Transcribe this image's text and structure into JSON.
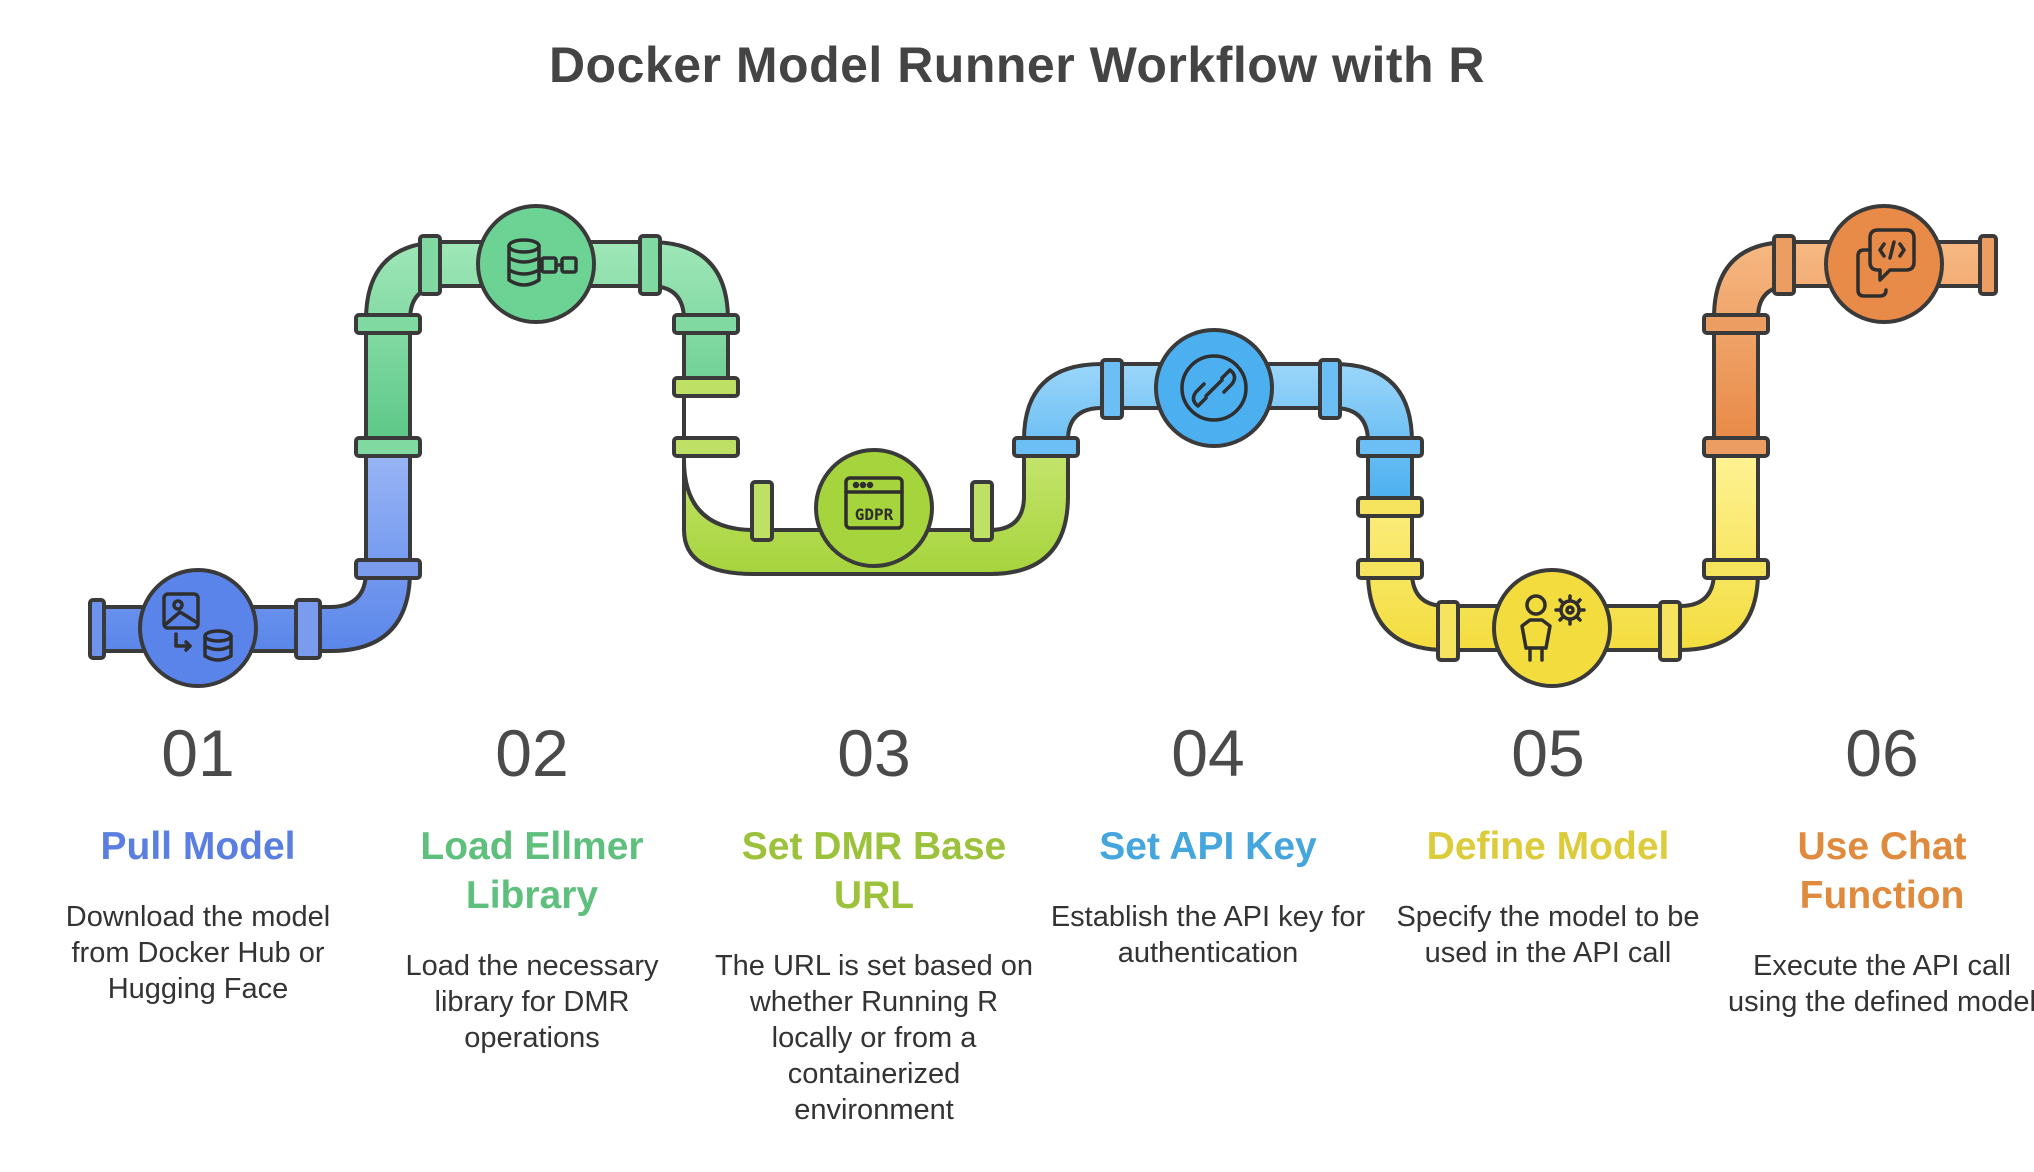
{
  "title": "Docker Model Runner Workflow with R",
  "steps": [
    {
      "number": "01",
      "label": "Pull Model",
      "description": "Download the model from Docker Hub or Hugging Face",
      "color": "#5B7FE0",
      "icon": "image-to-database-icon"
    },
    {
      "number": "02",
      "label": "Load Ellmer Library",
      "description": "Load the necessary library for DMR operations",
      "color": "#5FC07E",
      "icon": "database-link-icon"
    },
    {
      "number": "03",
      "label": "Set DMR Base URL",
      "description": "The URL is set based on whether Running R locally or from a containerized environment",
      "color": "#9CC23C",
      "icon": "browser-window-icon",
      "icon_text": "GDPR"
    },
    {
      "number": "04",
      "label": "Set API Key",
      "description": "Establish the API key for authentication",
      "color": "#45A6DE",
      "icon": "link-icon"
    },
    {
      "number": "05",
      "label": "Define Model",
      "description": "Specify the model to be used in the API call",
      "color": "#DCCB3A",
      "icon": "person-gear-icon"
    },
    {
      "number": "06",
      "label": "Use Chat Function",
      "description": "Execute the API call using the defined model",
      "color": "#E08A3E",
      "icon": "chat-code-icon"
    }
  ]
}
